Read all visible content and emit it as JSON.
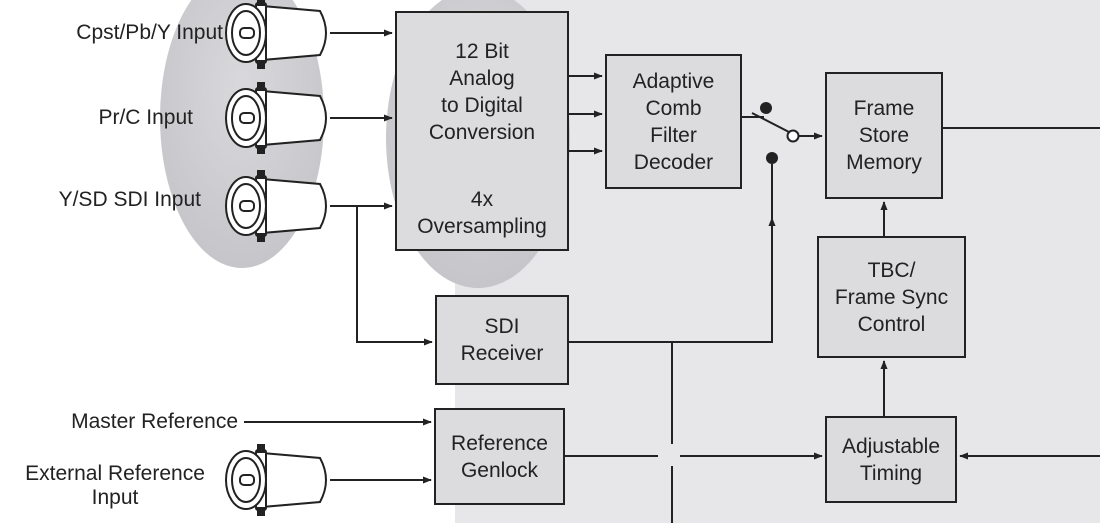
{
  "inputs": {
    "cpst": "Cpst/Pb/Y Input",
    "prc": "Pr/C Input",
    "ysd": "Y/SD SDI Input",
    "master_ref": "Master Reference",
    "ext_ref_line1": "External Reference",
    "ext_ref_line2": "Input"
  },
  "blocks": {
    "adc": {
      "lines": [
        "12 Bit",
        "Analog",
        "to Digital",
        "Conversion"
      ],
      "sub_lines": [
        "4x",
        "Oversampling"
      ]
    },
    "comb": {
      "lines": [
        "Adaptive",
        "Comb",
        "Filter",
        "Decoder"
      ]
    },
    "frame_store": {
      "lines": [
        "Frame",
        "Store",
        "Memory"
      ]
    },
    "tbc": {
      "lines": [
        "TBC/",
        "Frame Sync",
        "Control"
      ]
    },
    "sdi_rx": {
      "lines": [
        "SDI",
        "Receiver"
      ]
    },
    "genlock": {
      "lines": [
        "Reference",
        "Genlock"
      ]
    },
    "timing": {
      "lines": [
        "Adjustable",
        "Timing"
      ]
    }
  },
  "colors": {
    "box_fill": "#dcdcde",
    "panel": "#e7e7ea",
    "ellipse": "#cfcfd3",
    "stroke": "#222222"
  },
  "icons": [
    "bnc-connector-icon"
  ]
}
